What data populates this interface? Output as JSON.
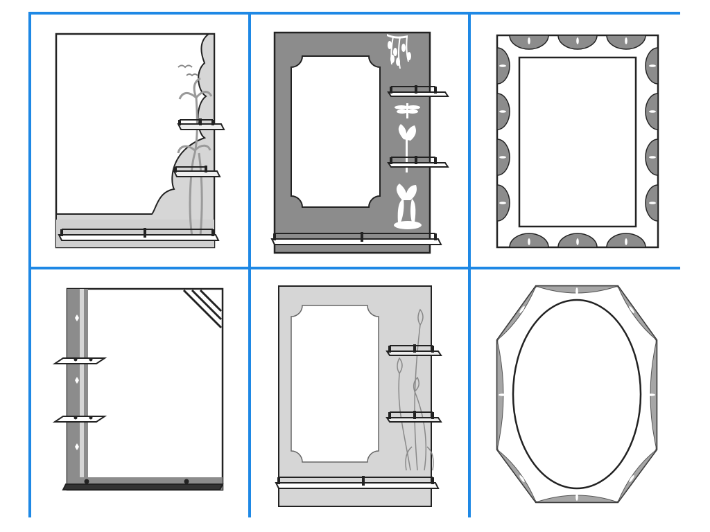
{
  "catalog": {
    "grid_color": "#1e88e5",
    "panels": [
      {
        "id": "mirror-1",
        "design": "wavy-edge-palm-etching-with-shelves"
      },
      {
        "id": "mirror-2",
        "design": "dark-frame-willow-lily-with-shelves"
      },
      {
        "id": "mirror-3",
        "design": "scalloped-border-rectangle"
      },
      {
        "id": "mirror-4",
        "design": "side-stripe-corner-lines-with-shelves"
      },
      {
        "id": "mirror-5",
        "design": "light-frame-tulip-etching-with-shelves"
      },
      {
        "id": "mirror-6",
        "design": "octagonal-oval-scalloped"
      }
    ]
  },
  "colors": {
    "outline": "#222222",
    "dark_fill": "#8c8c8c",
    "mid_fill": "#a6a6a6",
    "light_fill": "#d6d6d6",
    "white": "#ffffff"
  }
}
